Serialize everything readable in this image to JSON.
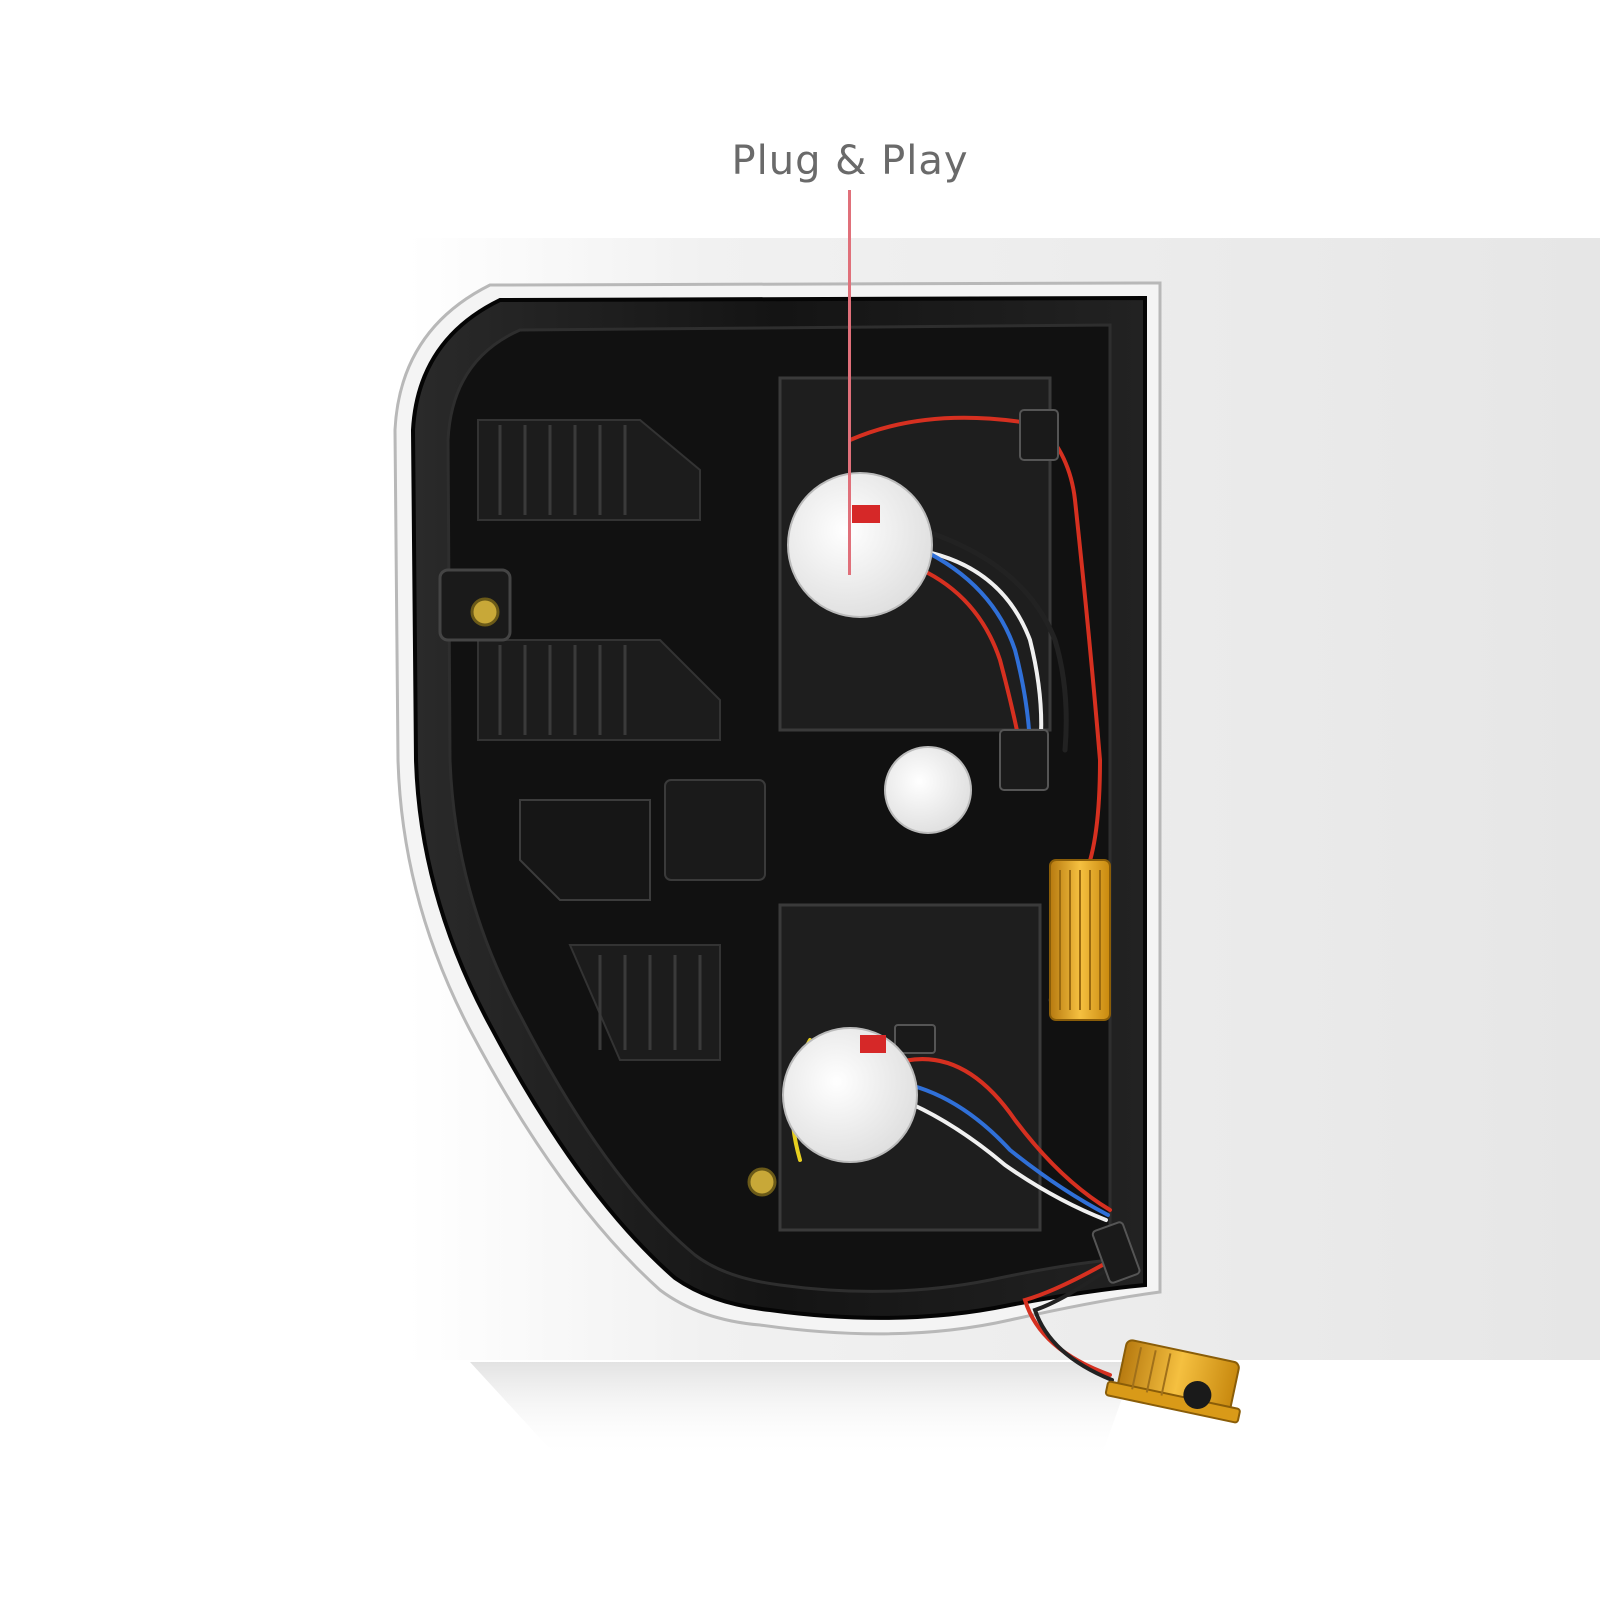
{
  "callout": {
    "label": "Plug & Play",
    "line_color": "#e0707a"
  },
  "colors": {
    "housing": "#1a1a1a",
    "chrome_trim": "#f4f4f4",
    "resistor": "#e0a820",
    "wire_red": "#d63020",
    "wire_blue": "#3070d8",
    "wire_yellow": "#e8d020",
    "bulb_cap": "#f2f2f2"
  },
  "icons": [
    "tail-light-housing",
    "bulb-cap",
    "resistor",
    "wiring-harness",
    "mounting-stud",
    "connector"
  ]
}
